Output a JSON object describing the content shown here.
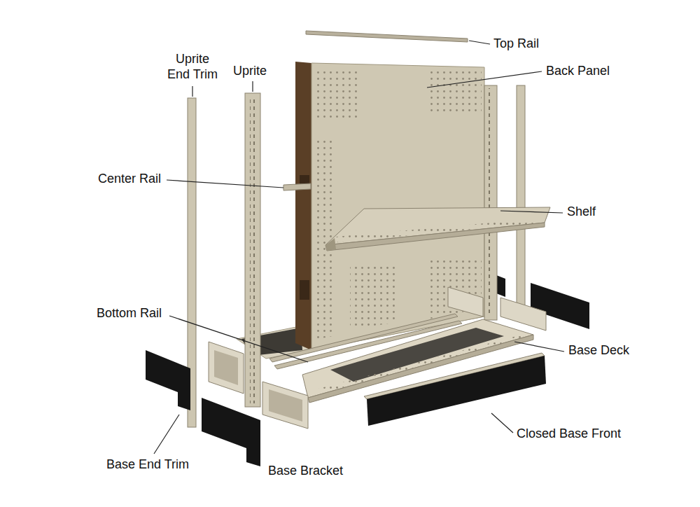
{
  "diagram": {
    "labels": [
      "Top Rail",
      "Back Panel",
      "Uprite End Trim",
      "Uprite",
      "Center Rail",
      "Shelf",
      "Bottom Rail",
      "Base Deck",
      "Closed Base Front",
      "Base End Trim",
      "Base Bracket"
    ]
  }
}
